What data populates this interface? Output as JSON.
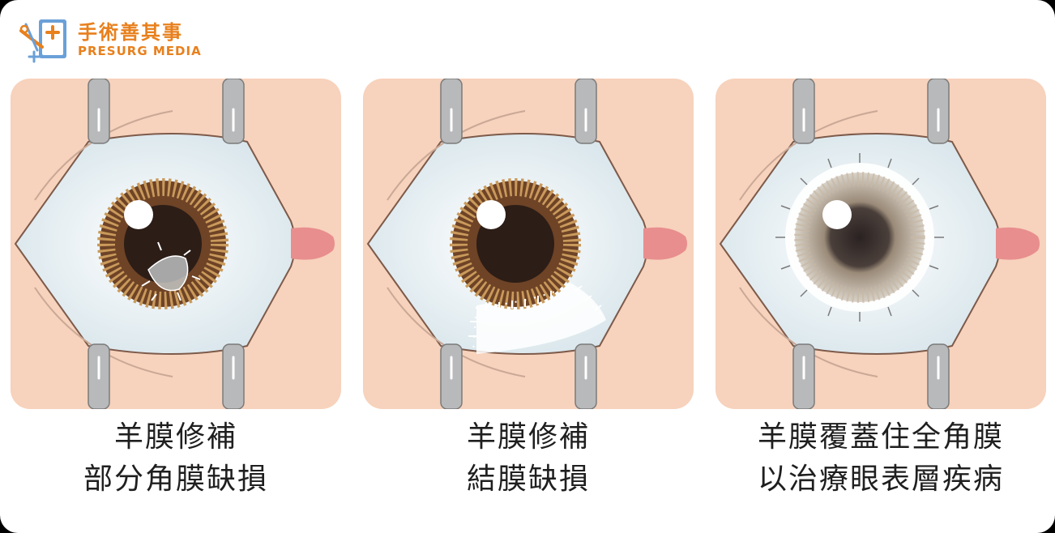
{
  "brand": {
    "name_cn": "手術善其事",
    "name_en": "PRESURG MEDIA",
    "logo_icon": "surgical-tools-book-icon",
    "color": "#e8801d"
  },
  "panels": [
    {
      "caption_line1": "羊膜修補",
      "caption_line2": "部分角膜缺損",
      "iris_color": "#7a4a26"
    },
    {
      "caption_line1": "羊膜修補",
      "caption_line2": "結膜缺損",
      "iris_color": "#7a4a26"
    },
    {
      "caption_line1": "羊膜覆蓋住全角膜",
      "caption_line2": "以治療眼表層疾病",
      "iris_color": "#9a8a78"
    }
  ],
  "colors": {
    "skin": "#f7d2bc",
    "sclera": "#dde8ec",
    "speculum": "#b8b9ba",
    "caruncle": "#e88e8e"
  }
}
